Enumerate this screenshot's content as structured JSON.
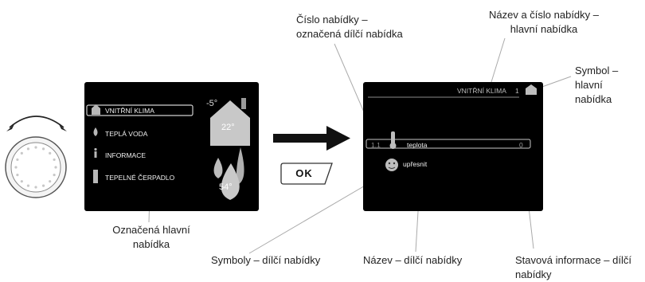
{
  "left_screen": {
    "menu_items": [
      {
        "label": "VNITŘNÍ KLIMA",
        "icon": "house-icon",
        "selected": true
      },
      {
        "label": "TEPLÁ VODA",
        "icon": "drop-icon"
      },
      {
        "label": "INFORMACE",
        "icon": "info-icon"
      },
      {
        "label": "TEPELNÉ ČERPADLO",
        "icon": "heatpump-icon"
      }
    ],
    "outdoor_temp": "-5°",
    "indoor_temp": "22°",
    "water_temp": "54°"
  },
  "right_screen": {
    "title": "VNITŘNÍ KLIMA",
    "menu_number": "1",
    "row_number": "1.1",
    "row_label": "teplota",
    "row_status": "0",
    "sub_label": "upřesnit"
  },
  "ok_button": {
    "label": "OK"
  },
  "annotations": {
    "cislo_line1": "Číslo nabídky –",
    "cislo_line2": "označená dílčí nabídka",
    "nazev_cislo_line1": "Název a číslo nabídky –",
    "nazev_cislo_line2": "hlavní nabídka",
    "symbol_line1": "Symbol –",
    "symbol_line2": "hlavní",
    "symbol_line3": "nabídka",
    "oznacena_line1": "Označená hlavní",
    "oznacena_line2": "nabídka",
    "symboly": "Symboly – dílčí nabídky",
    "nazev": "Název – dílčí nabídky",
    "stavova_line1": "Stavová informace – dílčí",
    "stavova_line2": "nabídky"
  },
  "colors": {
    "screen": "#000000",
    "text": "#222222",
    "leader": "#aaaaaa",
    "icon": "#b8b8b8"
  }
}
